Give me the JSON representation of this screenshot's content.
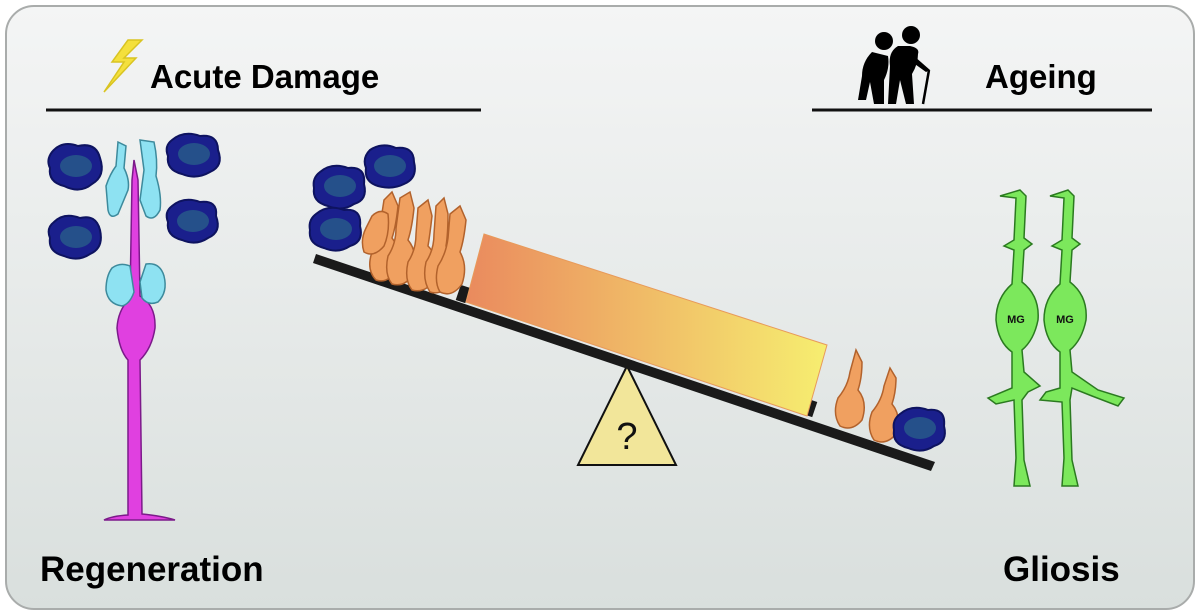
{
  "left_header": "Acute Damage",
  "right_header": "Ageing",
  "left_footer": "Regeneration",
  "right_footer": "Gliosis",
  "fulcrum_label": "?",
  "cell_label": "MG",
  "icons": {
    "damage": "lightning-icon",
    "ageing": "elderly-couple-icon"
  },
  "colors": {
    "panel_top": "#f4f5f5",
    "panel_bottom": "#d9dfdd",
    "microglia": "#1a1f8c",
    "progenitor": "#8ee2f2",
    "muller_glia_regen": "#e040e0",
    "photoreceptor": "#f0a060",
    "gliotic_mg": "#7ce85c",
    "fulcrum": "#f2e69a",
    "beam_gradient_start": "#ea8a5e",
    "beam_gradient_end": "#f6ee70"
  }
}
